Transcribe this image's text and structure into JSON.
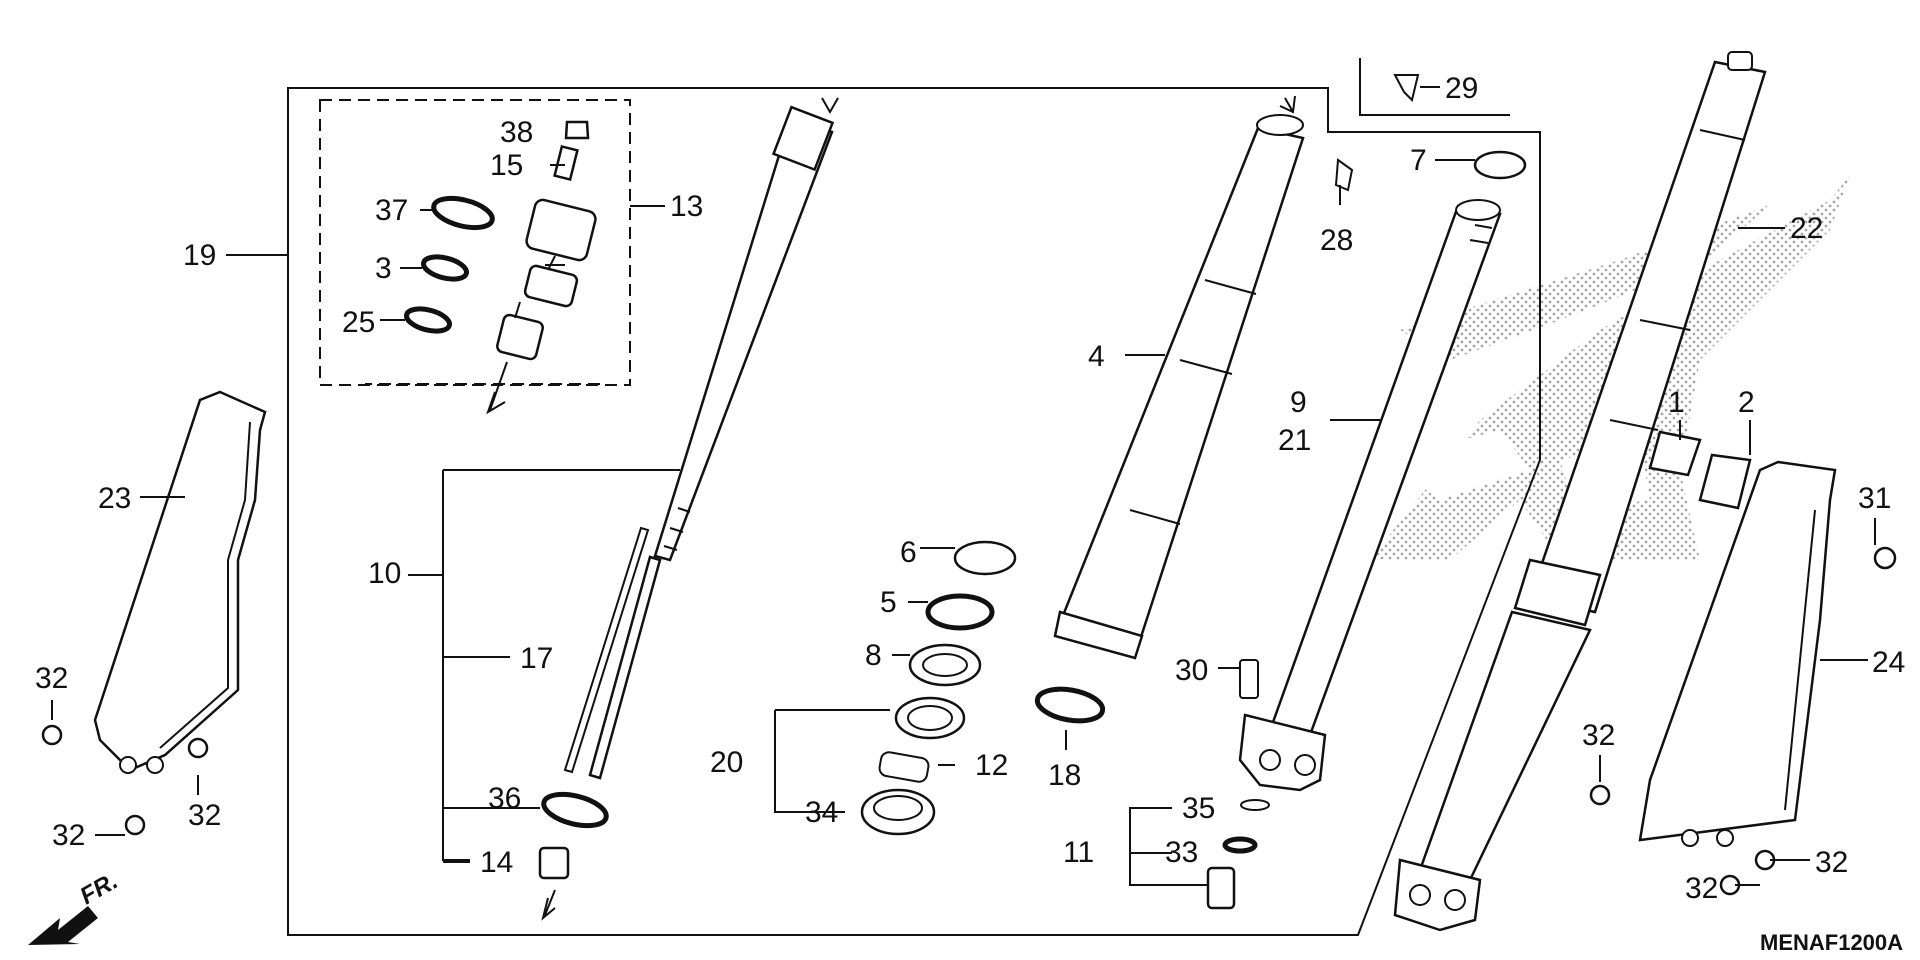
{
  "diagram_code": "MENAF1200A",
  "direction_label": "FR.",
  "icons": {
    "direction_arrow": "front-direction-arrow-icon",
    "logo": "wing-logo-watermark"
  },
  "callouts": [
    {
      "id": "c1",
      "text": "1"
    },
    {
      "id": "c2",
      "text": "2"
    },
    {
      "id": "c3",
      "text": "3"
    },
    {
      "id": "c4",
      "text": "4"
    },
    {
      "id": "c5",
      "text": "5"
    },
    {
      "id": "c6",
      "text": "6"
    },
    {
      "id": "c7",
      "text": "7"
    },
    {
      "id": "c8",
      "text": "8"
    },
    {
      "id": "c9",
      "text": "9"
    },
    {
      "id": "c10",
      "text": "10"
    },
    {
      "id": "c11",
      "text": "11"
    },
    {
      "id": "c12",
      "text": "12"
    },
    {
      "id": "c13",
      "text": "13"
    },
    {
      "id": "c14",
      "text": "14"
    },
    {
      "id": "c15",
      "text": "15"
    },
    {
      "id": "c17",
      "text": "17"
    },
    {
      "id": "c18",
      "text": "18"
    },
    {
      "id": "c19",
      "text": "19"
    },
    {
      "id": "c20",
      "text": "20"
    },
    {
      "id": "c21",
      "text": "21"
    },
    {
      "id": "c22",
      "text": "22"
    },
    {
      "id": "c23",
      "text": "23"
    },
    {
      "id": "c24",
      "text": "24"
    },
    {
      "id": "c25",
      "text": "25"
    },
    {
      "id": "c28",
      "text": "28"
    },
    {
      "id": "c29",
      "text": "29"
    },
    {
      "id": "c30",
      "text": "30"
    },
    {
      "id": "c31",
      "text": "31"
    },
    {
      "id": "c32a",
      "text": "32"
    },
    {
      "id": "c32b",
      "text": "32"
    },
    {
      "id": "c32c",
      "text": "32"
    },
    {
      "id": "c32d",
      "text": "32"
    },
    {
      "id": "c32e",
      "text": "32"
    },
    {
      "id": "c32f",
      "text": "32"
    },
    {
      "id": "c33",
      "text": "33"
    },
    {
      "id": "c34",
      "text": "34"
    },
    {
      "id": "c35",
      "text": "35"
    },
    {
      "id": "c36",
      "text": "36"
    },
    {
      "id": "c37",
      "text": "37"
    },
    {
      "id": "c38",
      "text": "38"
    }
  ]
}
